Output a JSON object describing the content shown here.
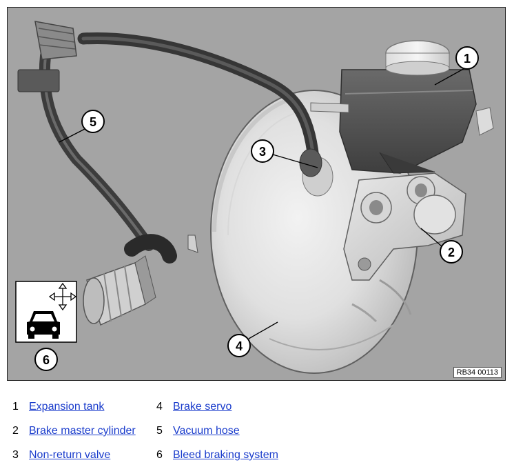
{
  "figure": {
    "reference": "RB34 00113",
    "callouts": [
      "1",
      "2",
      "3",
      "4",
      "5",
      "6"
    ]
  },
  "legend": {
    "items": [
      {
        "number": "1",
        "label": "Expansion tank"
      },
      {
        "number": "2",
        "label": "Brake master cylinder"
      },
      {
        "number": "3",
        "label": "Non-return valve"
      },
      {
        "number": "4",
        "label": "Brake servo"
      },
      {
        "number": "5",
        "label": "Vacuum hose"
      },
      {
        "number": "6",
        "label": "Bleed braking system"
      }
    ]
  }
}
